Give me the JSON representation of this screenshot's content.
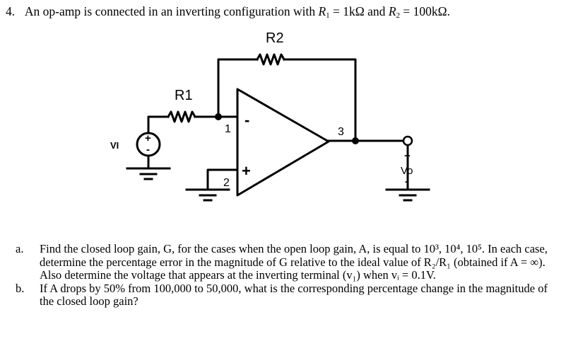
{
  "problem": {
    "number": "4.",
    "statement_prefix": "An op-amp is connected in an inverting configuration with",
    "r1_symbol": "R",
    "r1_subscript": "1",
    "r1_value": "= 1kΩ and",
    "r2_symbol": "R",
    "r2_subscript": "2",
    "r2_value": "= 100kΩ."
  },
  "circuit": {
    "r2_label": "R2",
    "r1_label": "R1",
    "node_1": "1",
    "node_2": "2",
    "node_3": "3",
    "input_label": "VI",
    "output_label": "Vo",
    "minus_sign": "-",
    "plus_sign": "+",
    "source_plus": "+",
    "source_minus": "-",
    "output_plus": "+",
    "output_minus": "-"
  },
  "parts": [
    {
      "letter": "a.",
      "text": "Find the closed loop gain, G, for the cases when the open loop gain, A, is equal to 10³, 10⁴, 10⁵. In each case, determine the percentage error in the magnitude of G relative to the ideal value of R₂/R₁ (obtained if A = ∞). Also determine the voltage that appears at the inverting terminal (v₁) when vᵢ = 0.1V."
    },
    {
      "letter": "b.",
      "text": "If A drops by 50% from 100,000 to 50,000, what is the corresponding percentage change in the magnitude of the closed loop gain?"
    }
  ]
}
